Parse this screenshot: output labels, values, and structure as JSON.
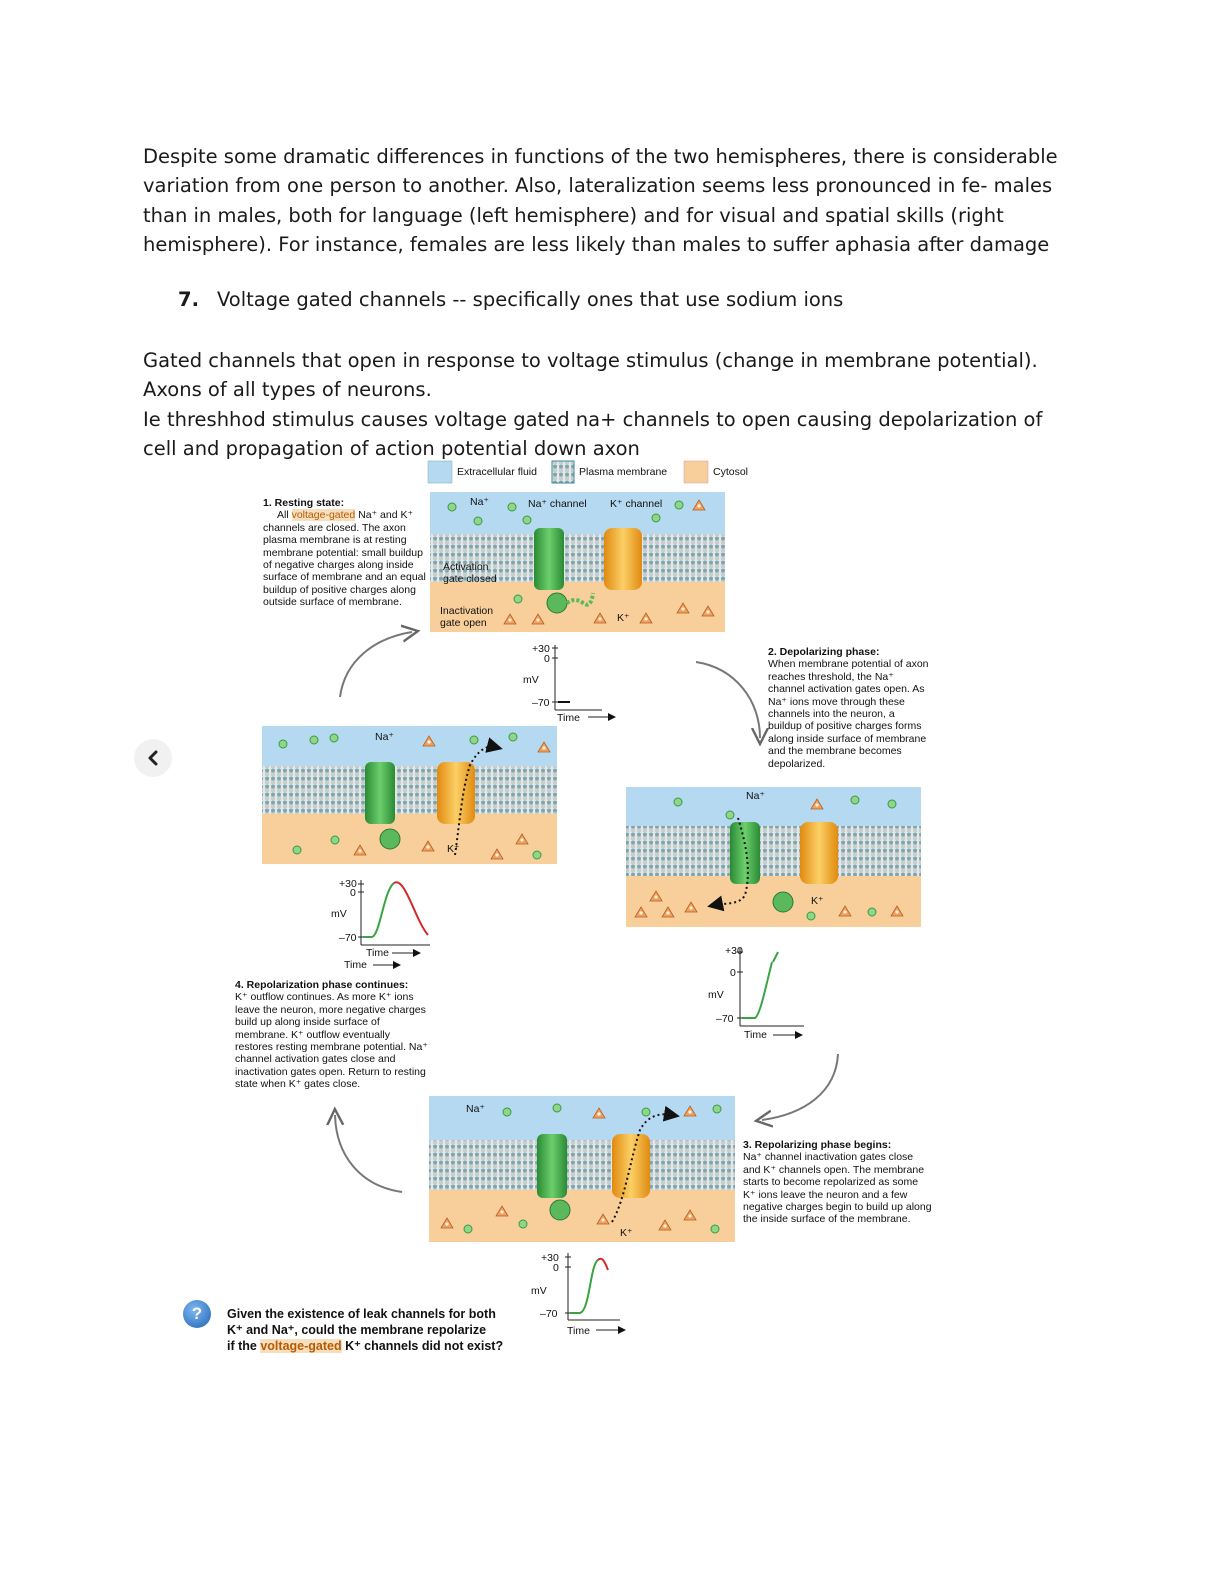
{
  "intro_paragraph": "Despite some dramatic differences in functions of the two hemispheres, there is considerable variation from one person to another. Also, lateralization seems less pronounced in fe- males than in males, both for language (left hemisphere) and for visual and spatial skills (right hemisphere). For instance, females are less likely than males to suffer aphasia after damage",
  "list_item": {
    "number": "7.",
    "text": "Voltage gated channels -- specifically ones that use sodium ions"
  },
  "answer_lines": [
    "Gated channels that open in response to voltage stimulus (change in membrane potential).",
    "Axons of all types of neurons.",
    "Ie threshhod stimulus causes voltage gated na+ channels to open causing depolarization of cell and propagation of action potential down axon"
  ],
  "legend": {
    "extracellular": "Extracellular fluid",
    "membrane": "Plasma membrane",
    "cytosol": "Cytosol"
  },
  "colors": {
    "extracellular": "#b6d9f2",
    "cytosol": "#f8cf9b",
    "na_channel": "#3fa646",
    "k_channel": "#f4ac28",
    "trace_green": "#3aa344",
    "trace_red": "#cf2a2a",
    "highlight": "#b85a00"
  },
  "panel_labels": {
    "na": "Na⁺",
    "k": "K⁺",
    "na_channel": "Na⁺ channel",
    "k_channel": "K⁺ channel",
    "activation_gate": "Activation gate closed",
    "inactivation_gate": "Inactivation gate open"
  },
  "graph_labels": {
    "plus30": "+30",
    "zero": "0",
    "mv": "mV",
    "minus70": "–70",
    "time": "Time"
  },
  "extra_time_label": "Time",
  "steps": {
    "s1": {
      "title": "1. Resting state:",
      "pre": "All ",
      "highlight": "voltage-gated",
      "body": " Na⁺ and K⁺ channels are closed. The axon plasma membrane is at resting membrane potential: small buildup of negative charges along inside surface of membrane and an equal buildup of positive charges along outside surface of membrane."
    },
    "s2": {
      "title": "2. Depolarizing phase:",
      "body": "When membrane potential of axon reaches threshold, the Na⁺ channel activation gates open. As Na⁺ ions move through these channels into the neuron, a buildup of positive charges forms along inside surface of membrane and the membrane becomes depolarized."
    },
    "s3": {
      "title": "3. Repolarizing phase begins:",
      "body": "Na⁺ channel inactivation gates close and K⁺ channels open. The membrane starts to become repolarized as some K⁺ ions leave the neuron and a few negative charges begin to build up along the inside surface of the membrane."
    },
    "s4": {
      "title": "4. Repolarization phase continues:",
      "body": "K⁺ outflow continues. As more K⁺ ions leave the neuron, more negative charges build up along inside surface of membrane. K⁺ outflow eventually restores resting membrane potential. Na⁺ channel activation gates close and inactivation gates open. Return to resting state when K⁺ gates close."
    }
  },
  "question": {
    "icon": "?",
    "line1": "Given the existence of leak channels for both",
    "line2": "K⁺ and Na⁺, could the membrane repolarize",
    "line3_pre": "if the ",
    "line3_highlight": "voltage-gated",
    "line3_post": " K⁺ channels did not exist?"
  }
}
